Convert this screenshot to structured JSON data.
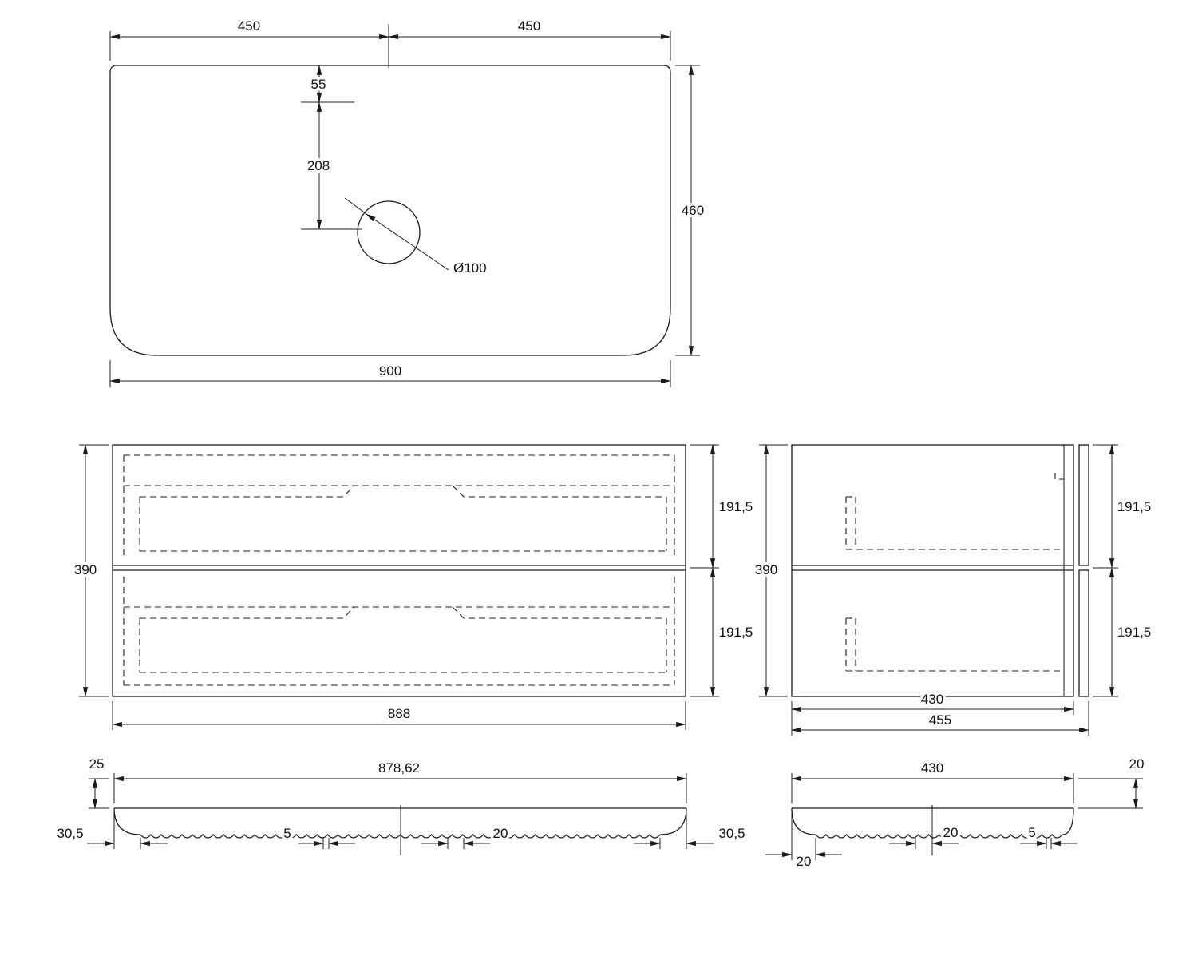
{
  "top_view": {
    "dim_left_half": "450",
    "dim_right_half": "450",
    "dim_hole_from_top": "55",
    "dim_hole_drop": "208",
    "dim_hole_diameter": "Ø100",
    "dim_depth": "460",
    "dim_width": "900"
  },
  "front_view": {
    "dim_height": "390",
    "dim_drawer_top": "191,5",
    "dim_drawer_bottom": "191,5",
    "dim_width": "888"
  },
  "side_view": {
    "dim_height": "390",
    "dim_drawer_top": "191,5",
    "dim_drawer_bottom": "191,5",
    "dim_depth_carcass": "430",
    "dim_depth_total": "455"
  },
  "front_panel_section": {
    "dim_length": "878,62",
    "dim_thickness": "25",
    "dim_end_left": "30,5",
    "dim_end_right": "30,5",
    "dim_flute_gap": "5",
    "dim_flute_pitch": "20"
  },
  "side_panel_section": {
    "dim_length": "430",
    "dim_thickness": "20",
    "dim_end_left": "20",
    "dim_flute_pitch": "20",
    "dim_flute_gap": "5"
  }
}
